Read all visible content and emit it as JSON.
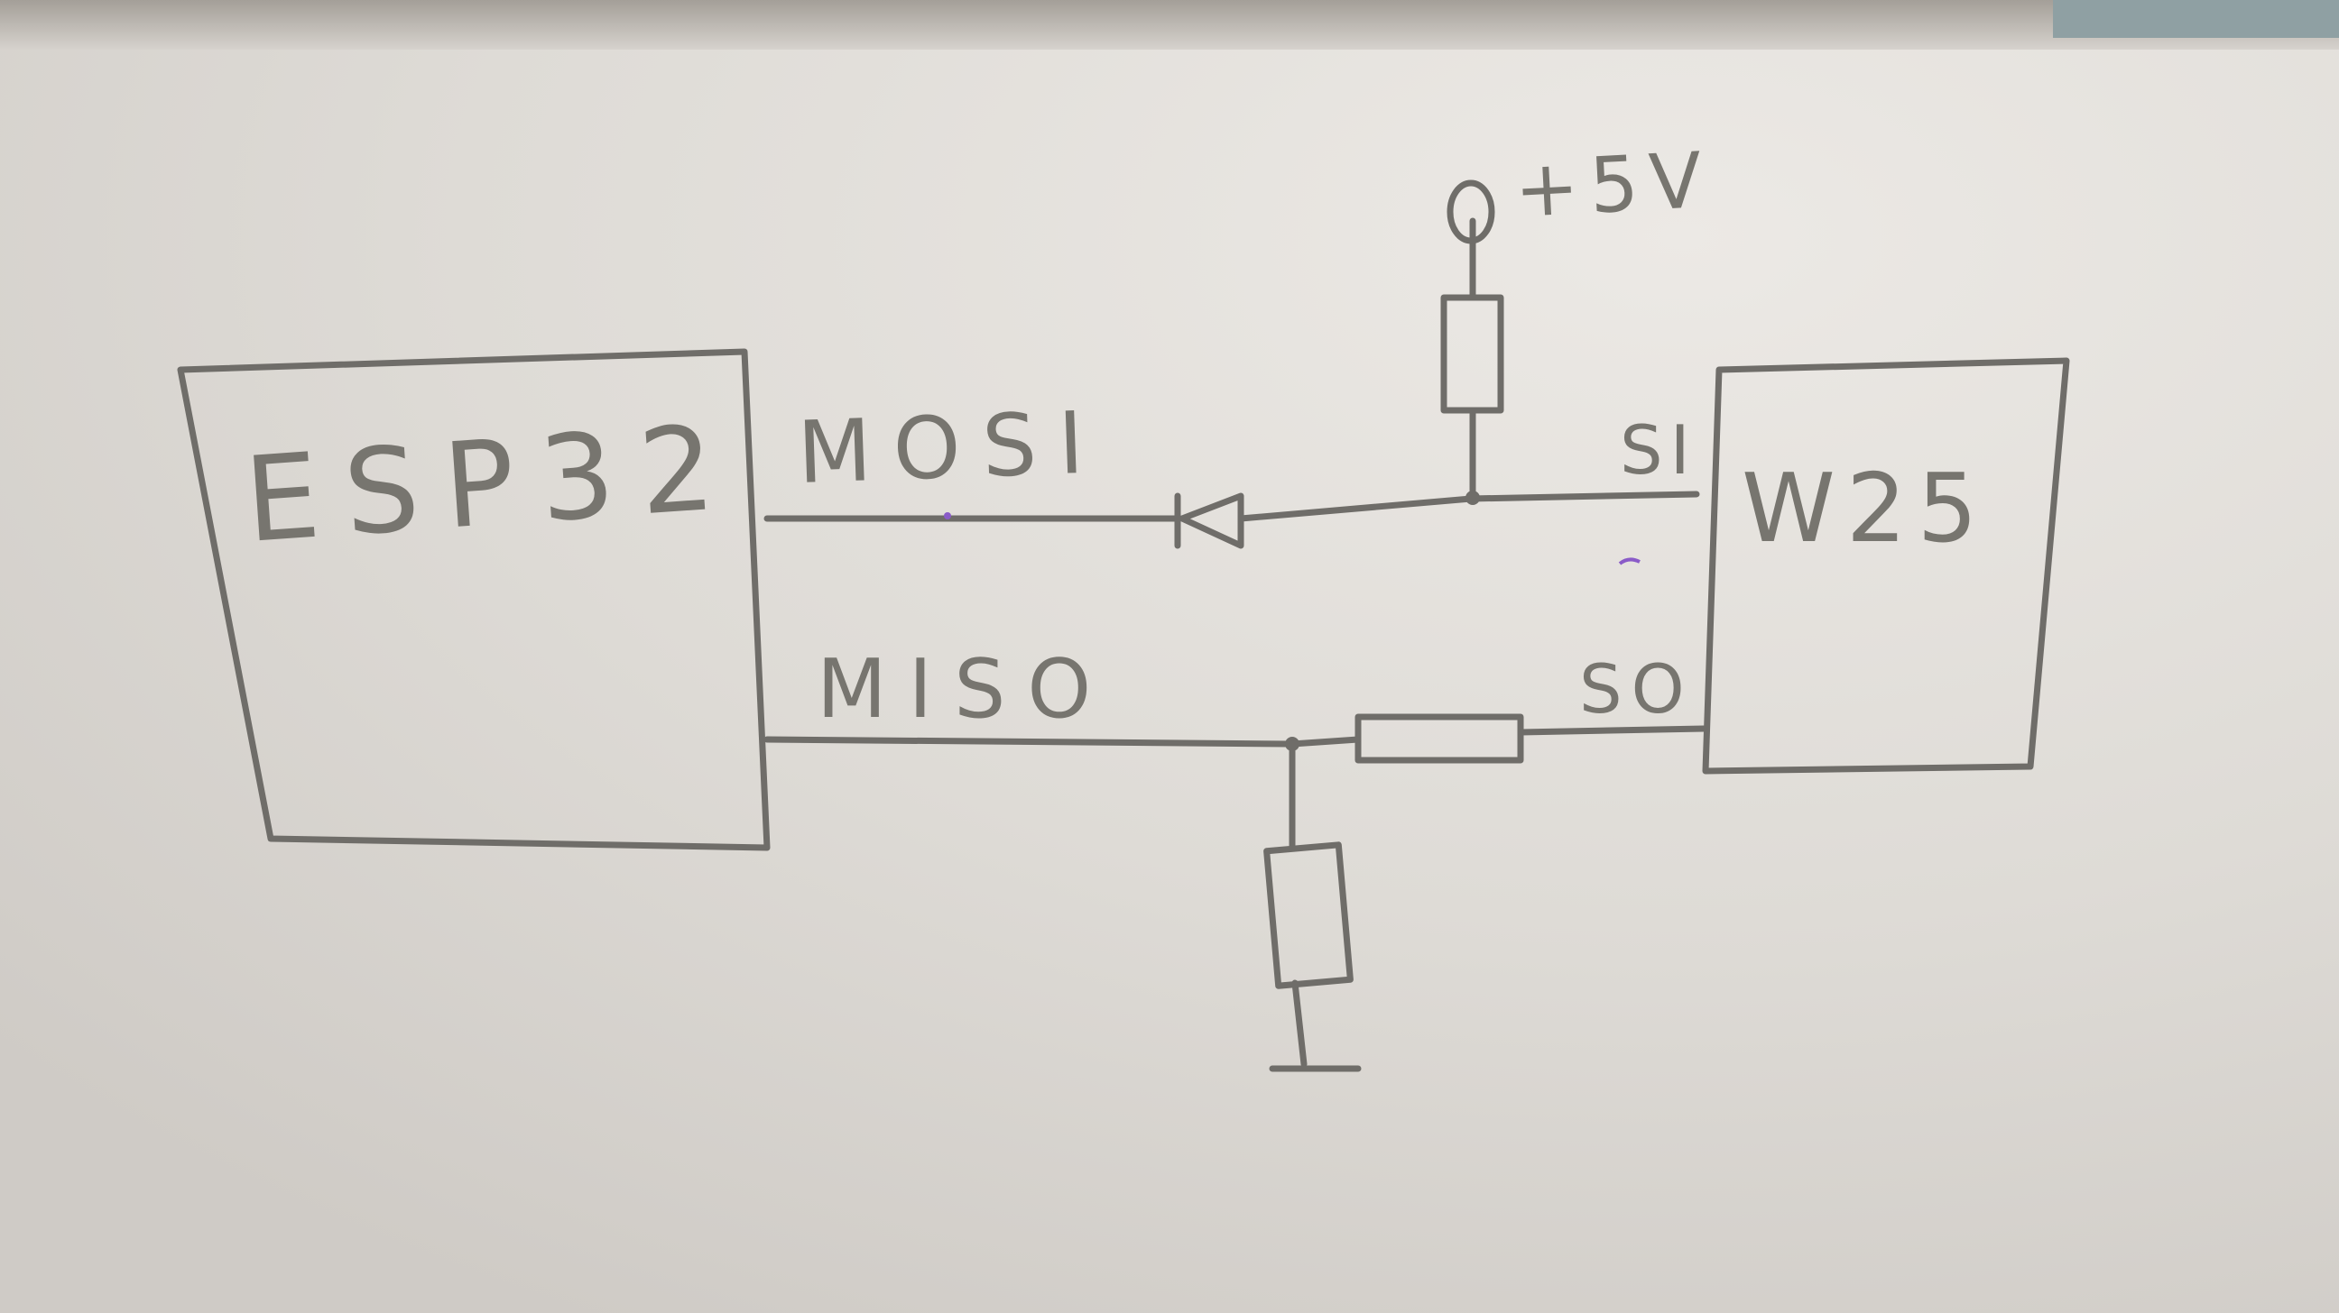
{
  "diagram": {
    "blocks": {
      "left": "ESP32",
      "right": "W25"
    },
    "signals": {
      "mosi": "MOSI",
      "miso": "MISO",
      "si": "SI",
      "so": "SO"
    },
    "supply": "+5V"
  },
  "colors": {
    "paper": "#e6e4df",
    "pencil": "#6f6d69"
  }
}
